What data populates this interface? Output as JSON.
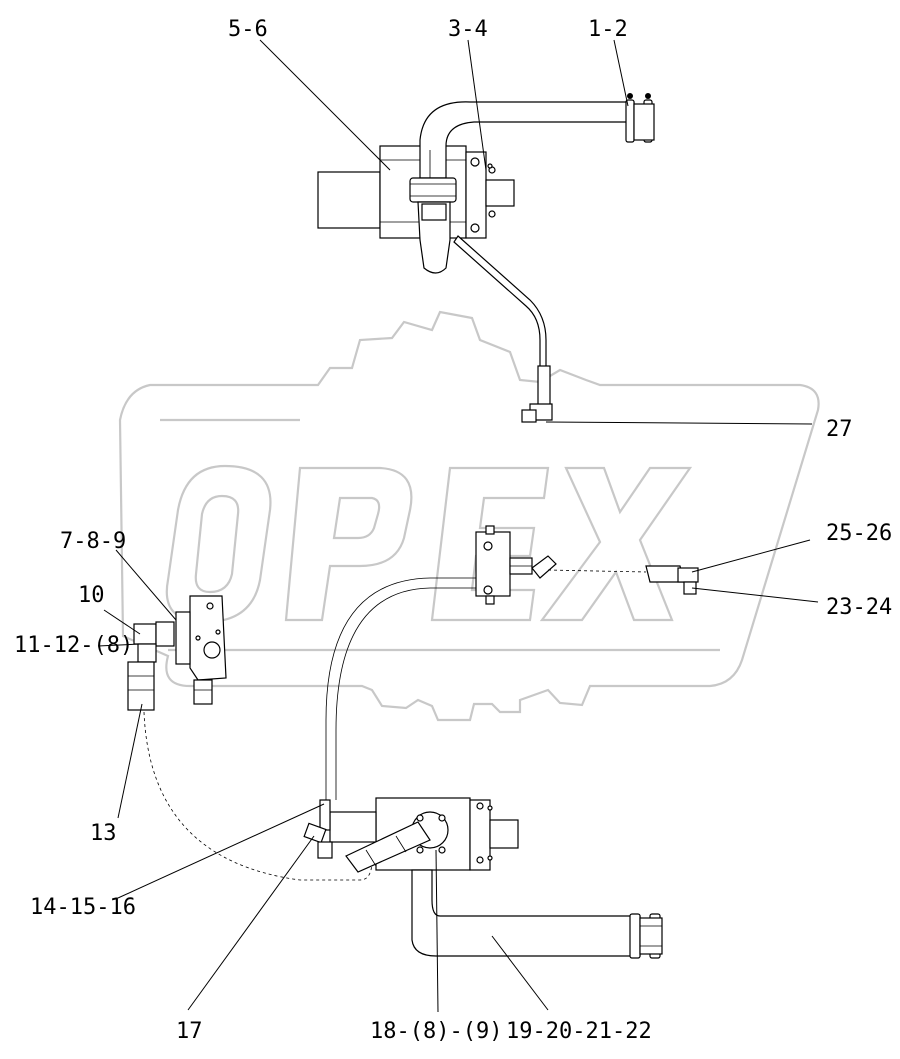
{
  "watermark": {
    "brand": "OPEX",
    "color": "#c8c8c8"
  },
  "corner_mark": "",
  "callouts": [
    {
      "id": "c1",
      "text": "1-2"
    },
    {
      "id": "c2",
      "text": "3-4"
    },
    {
      "id": "c3",
      "text": "5-6"
    },
    {
      "id": "c4",
      "text": "27"
    },
    {
      "id": "c5",
      "text": "7-8-9"
    },
    {
      "id": "c6",
      "text": "10"
    },
    {
      "id": "c7",
      "text": "11-12-(8)"
    },
    {
      "id": "c8",
      "text": "25-26"
    },
    {
      "id": "c9",
      "text": "23-24"
    },
    {
      "id": "c10",
      "text": "13"
    },
    {
      "id": "c11",
      "text": "14-15-16"
    },
    {
      "id": "c12",
      "text": "17"
    },
    {
      "id": "c13",
      "text": "18-(8)-(9)"
    },
    {
      "id": "c14",
      "text": "19-20-21-22"
    }
  ]
}
